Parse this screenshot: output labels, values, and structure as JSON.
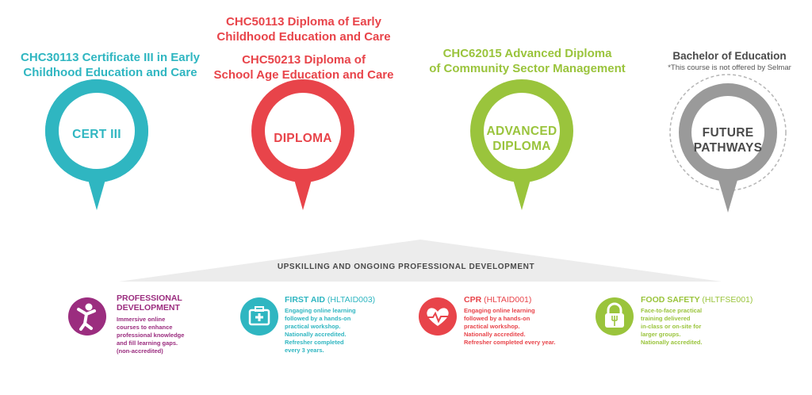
{
  "columns": [
    {
      "lines": [
        "CHC30113 Certificate III in Early",
        "Childhood Education and Care"
      ],
      "badge": [
        "CERT III"
      ],
      "color": "#2fb6c1"
    },
    {
      "lines": [
        "CHC50113 Diploma of Early",
        "Childhood Education and Care"
      ],
      "lines2": [
        "CHC50213 Diploma of",
        "School Age Education and Care"
      ],
      "badge": [
        "DIPLOMA"
      ],
      "color": "#e8444a"
    },
    {
      "lines": [
        "CHC62015 Advanced Diploma",
        "of Community Sector Management"
      ],
      "badge": [
        "ADVANCED",
        "DIPLOMA"
      ],
      "color": "#9ac43c"
    },
    {
      "lines": [
        "Bachelor of Education"
      ],
      "note": "*This course is not offered by Selmar",
      "badge": [
        "FUTURE",
        "PATHWAYS"
      ],
      "color": "#9a9a9a"
    }
  ],
  "banner": "UPSKILLING AND ONGOING PROFESSIONAL DEVELOPMENT",
  "items": [
    {
      "title_lines": [
        "PROFESSIONAL",
        "DEVELOPMENT"
      ],
      "code": "",
      "icon": "person-icon",
      "color": "#9b2d7f",
      "desc": [
        "Immersive online",
        "courses to enhance",
        "professional knowledge",
        "and fill learning gaps.",
        "(non-accredited)"
      ]
    },
    {
      "title_lines": [
        "FIRST AID"
      ],
      "code": "(HLTAID003)",
      "icon": "first-aid-kit-icon",
      "color": "#2fb6c1",
      "desc": [
        "Engaging online learning",
        "followed by a hands-on",
        "practical workshop.",
        "Nationally accredited.",
        "Refresher completed",
        "every 3 years."
      ]
    },
    {
      "title_lines": [
        "CPR"
      ],
      "code": "(HLTAID001)",
      "icon": "heartbeat-icon",
      "color": "#e8444a",
      "desc": [
        "Engaging online learning",
        "followed by a hands-on",
        "practical workshop.",
        "Nationally accredited.",
        "Refresher completed every year."
      ]
    },
    {
      "title_lines": [
        "FOOD SAFETY"
      ],
      "code": "(HLTFSE001)",
      "icon": "food-lock-icon",
      "color": "#9ac43c",
      "desc": [
        "Face-to-face practical",
        "training delivered",
        "in-class or on-site for",
        "larger groups.",
        "Nationally accredited."
      ]
    }
  ]
}
